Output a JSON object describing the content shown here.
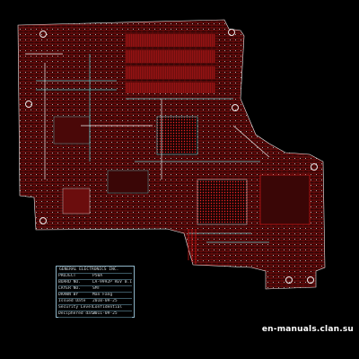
{
  "viewer": {
    "background": "#000000",
    "board_color": "#2b0505",
    "trace_red": "#e81a1a",
    "trace_dark_red": "#8a0d0d",
    "trace_cyan": "#5cc7c9",
    "trace_white": "#ececec"
  },
  "title_block": {
    "company": "GENERAL ELECTRONICS INC.",
    "rows": [
      {
        "label": "PROJECT",
        "value": "P50A"
      },
      {
        "label": "BOARD NO.",
        "value": "LA-9992P   REV 0.1"
      },
      {
        "label": "LAYER NO.",
        "value": "SMT"
      },
      {
        "label": "DRAWN BY",
        "value": "Man Fang"
      },
      {
        "label": "Issued Date",
        "value": "2010-09-25"
      },
      {
        "label": "Security Level",
        "value": "Confidential"
      },
      {
        "label": "Deciphered date",
        "value": "2011-09-25"
      }
    ]
  },
  "watermark": "en-manuals.clan.su"
}
